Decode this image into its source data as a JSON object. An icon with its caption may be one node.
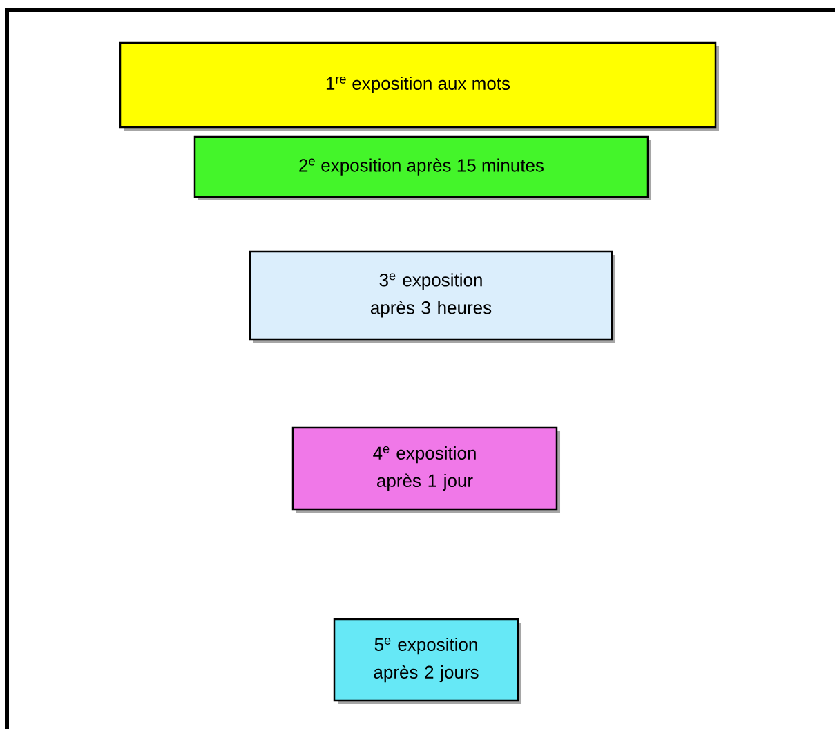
{
  "diagram": {
    "nodes": [
      {
        "text": [
          "1$^{re}$ exposition aux mots"
        ]
      },
      {
        "text": [
          "2$^{e}$ exposition après 15 minutes"
        ]
      },
      {
        "text": [
          "3$^{e}$ exposition après 3 heures"
        ]
      },
      {
        "text": [
          "4$^{e}$ exposition après 1 jour"
        ]
      },
      {
        "text": [
          "5$^{e}$ exposition après 2 jours"
        ]
      }
    ]
  }
}
